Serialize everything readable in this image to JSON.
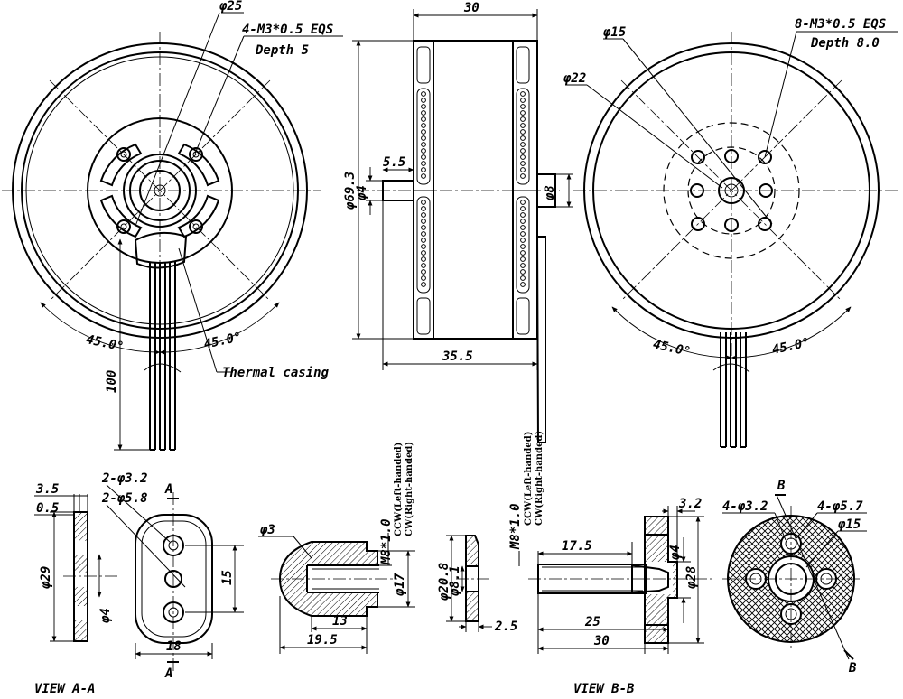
{
  "labels": {
    "d25": "φ25",
    "m3_4": "4-M3*0.5 EQS",
    "depth5": "Depth 5",
    "d69_3": "φ69.3",
    "d4_shaft": "φ4",
    "len5_5": "5.5",
    "angle_left_1": "45.0°",
    "angle_left_2": "45.0°",
    "len100": "100",
    "thermal": "Thermal casing",
    "w30_top": "30",
    "d8": "φ8",
    "w35_5": "35.5",
    "d15": "φ15",
    "d22": "φ22",
    "m3_8": "8-M3*0.5 EQS",
    "depth8": "Depth 8.0",
    "angle_right_1": "45.0°",
    "angle_right_2": "45.0°",
    "a3_5": "3.5",
    "a0_5": "0.5",
    "a2d3_2": "2-φ3.2",
    "a2d5_8": "2-φ5.8",
    "aA_top": "A",
    "aA_bottom": "A",
    "a29": "φ29",
    "a4": "φ4",
    "a15": "15",
    "a18": "18",
    "view_a": "VIEW A-A",
    "n_d3": "φ3",
    "n_m8": "M8*1.0",
    "n_ccw": "CCW(Left-handed)",
    "n_cw": "CW(Right-handed)",
    "n_d17": "φ17",
    "n_13": "13",
    "n_19_5": "19.5",
    "w_d20_8": "φ20.8",
    "w_d8_1": "φ8.1",
    "w_2_5": "2.5",
    "s_m8": "M8*1.0",
    "s_ccw": "CCW(Left-handed)",
    "s_cw": "CW(Right-handed)",
    "s_17_5": "17.5",
    "s_3_2": "3.2",
    "s_d4": "φ4",
    "s_d28": "φ28",
    "s_25": "25",
    "s_30": "30",
    "view_b": "VIEW B-B",
    "b_B_top": "B",
    "b_B_bottom": "B",
    "b_4d3_2": "4-φ3.2",
    "b_4d5_7": "4-φ5.7",
    "b_d15": "φ15"
  }
}
